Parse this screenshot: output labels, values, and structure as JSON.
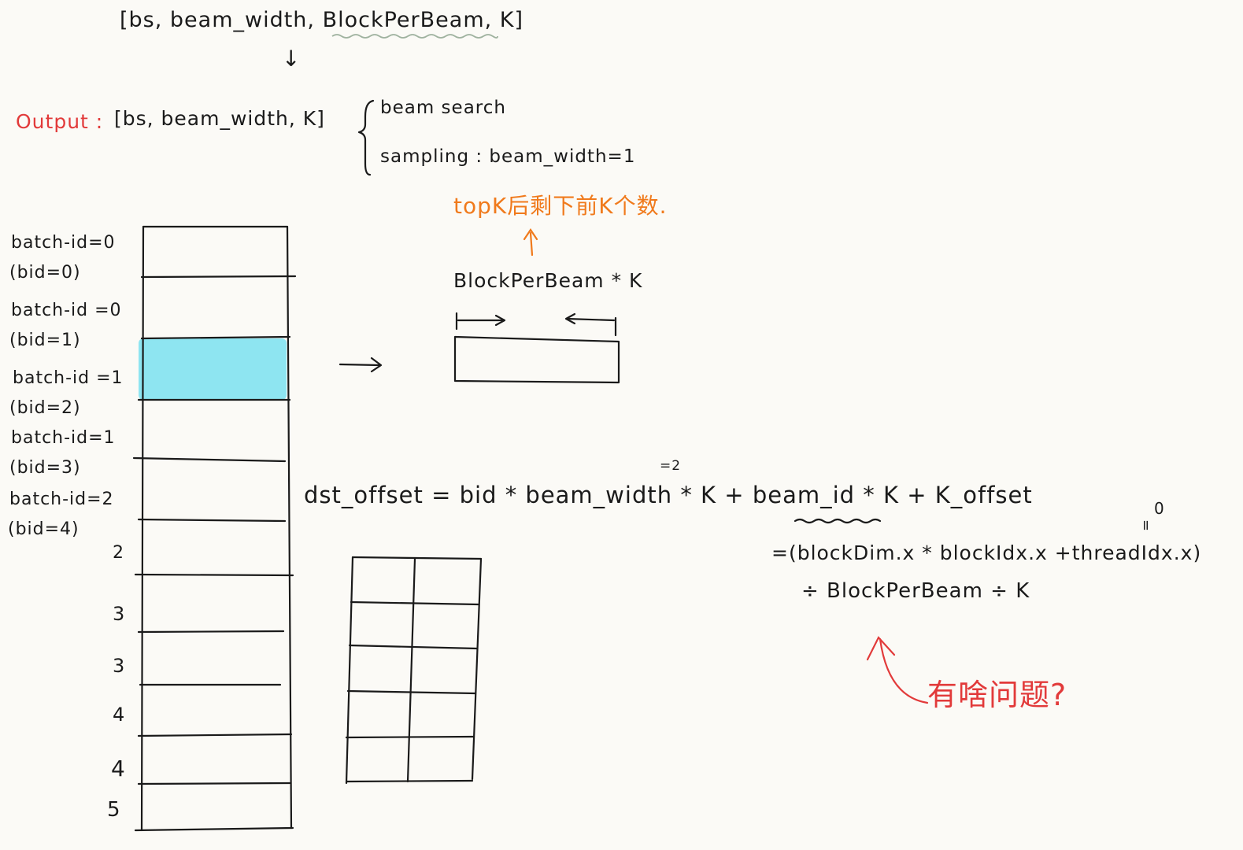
{
  "top_shape": {
    "open": "[bs, beam_width, ",
    "underlined": "BlockPerBeam",
    "close": ", K]"
  },
  "down_arrow": "↓",
  "output": {
    "label": "Output :",
    "shape": "[bs, beam_width, K]",
    "case_beam": "beam search",
    "case_sampling": "sampling : beam_width=1"
  },
  "orange_note": {
    "text": "topK后剩下前K个数.",
    "arrow": "↑"
  },
  "block_label": "BlockPerBeam * K",
  "left_labels": [
    {
      "batch": "batch-id=0",
      "bid": "(bid=0)"
    },
    {
      "batch": "batch-id =0",
      "bid": "(bid=1)"
    },
    {
      "batch": "batch-id =1",
      "bid": "(bid=2)"
    },
    {
      "batch": "batch-id=1",
      "bid": "(bid=3)"
    },
    {
      "batch": "batch-id=2",
      "bid": "(bid=4)"
    }
  ],
  "row_numbers": [
    "2",
    "3",
    "3",
    "4",
    "4",
    "5"
  ],
  "right_arrow": "→",
  "formula": {
    "main": "dst_offset = bid * beam_width * K + ",
    "beam_id": "beam_id",
    "tail": " * K  + K_offset",
    "superscript": "=2",
    "zero": "0",
    "equals_vertical": "=",
    "line2": "=(blockDim.x * blockIdx.x +threadIdx.x)",
    "line3": "÷ BlockPerBeam ÷ K"
  },
  "red_note": "有啥问题?",
  "colors": {
    "highlight": "#8ee5f1",
    "red": "#e23a3a",
    "orange": "#f07a1c",
    "ink": "#1a1a1a"
  }
}
